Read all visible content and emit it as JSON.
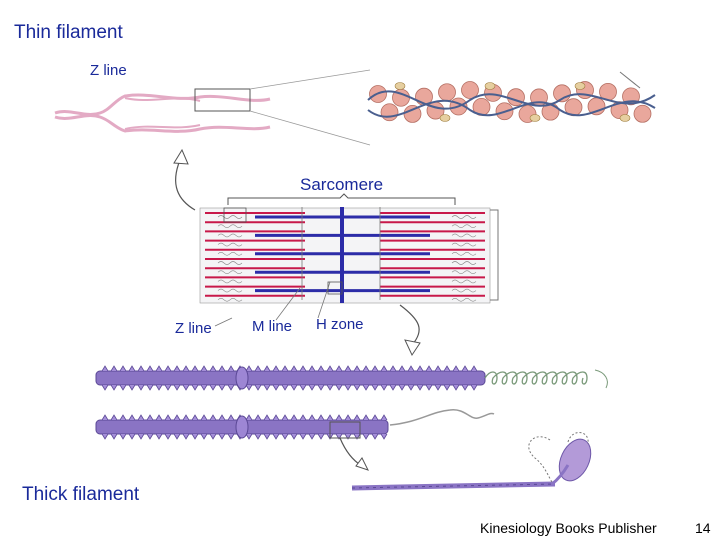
{
  "labels": {
    "thin_filament": "Thin filament",
    "z_line_top": "Z line",
    "sarcomere": "Sarcomere",
    "z_line": "Z line",
    "m_line": "M line",
    "h_zone": "H zone",
    "thick_filament": "Thick filament"
  },
  "footer": {
    "publisher": "Kinesiology Books Publisher",
    "page_number": "14"
  },
  "colors": {
    "label_text": "#1a2a9a",
    "actin_bead": "#e9a79c",
    "thin_strand": "#e3aac4",
    "myosin": "#8a74c4",
    "red_filament": "#c8184a",
    "blue_filament": "#2c2ca8"
  }
}
